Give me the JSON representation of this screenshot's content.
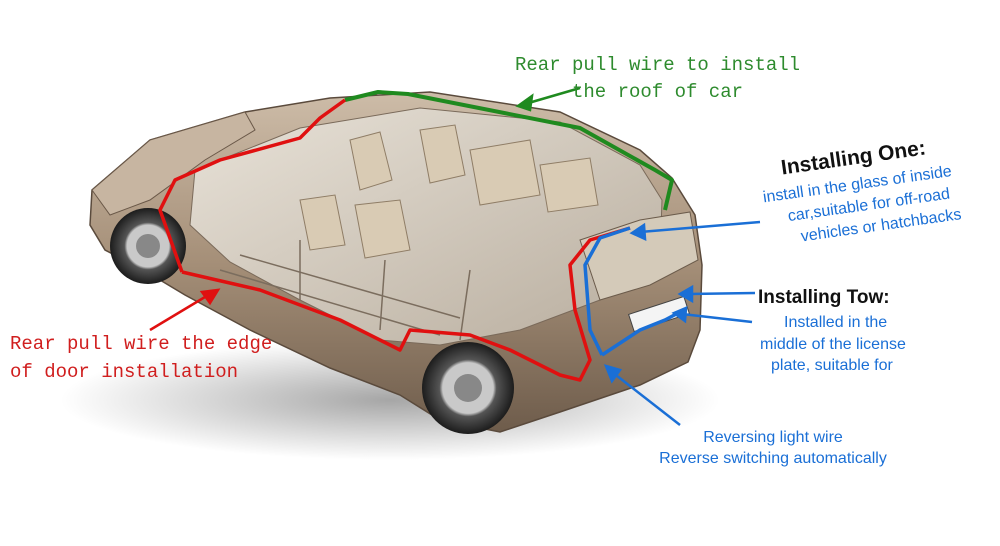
{
  "labels": {
    "roof": {
      "line1": "Rear pull wire to install",
      "line2": "the roof of car"
    },
    "door": {
      "line1": "Rear pull wire the edge",
      "line2": "of door installation"
    },
    "one": {
      "heading": "Installing One:",
      "line1": "install in the glass of inside",
      "line2": "car,suitable for off-road",
      "line3": "vehicles or hatchbacks"
    },
    "two": {
      "heading": "Installing Tow:",
      "line1": "Installed in the",
      "line2": "middle of the license",
      "line3": "plate, suitable for"
    },
    "reverse": {
      "line1": "Reversing light wire",
      "line2": "Reverse switching automatically"
    }
  },
  "colors": {
    "roof_wire": "#1f8a1f",
    "door_wire": "#e01010",
    "blue_wire": "#1a6fd6",
    "car_body": "#a58f78"
  },
  "icons": [
    "car-cutaway-illustration",
    "arrow-icon"
  ]
}
